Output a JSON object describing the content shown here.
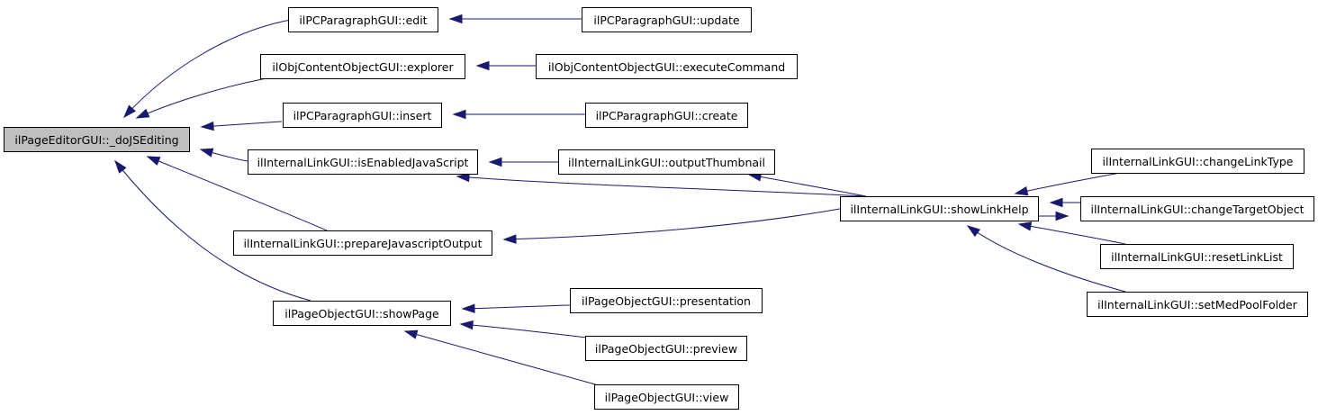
{
  "graph": {
    "nodes": [
      {
        "id": "root",
        "label": "ilPageEditorGUI::_doJSEditing",
        "root": true
      },
      {
        "id": "pcp_edit",
        "label": "ilPCParagraphGUI::edit"
      },
      {
        "id": "pcp_update",
        "label": "ilPCParagraphGUI::update"
      },
      {
        "id": "occ_explorer",
        "label": "ilObjContentObjectGUI::explorer"
      },
      {
        "id": "occ_exec",
        "label": "ilObjContentObjectGUI::executeCommand"
      },
      {
        "id": "pcp_insert",
        "label": "ilPCParagraphGUI::insert"
      },
      {
        "id": "pcp_create",
        "label": "ilPCParagraphGUI::create"
      },
      {
        "id": "il_isjs",
        "label": "ilInternalLinkGUI::isEnabledJavaScript"
      },
      {
        "id": "il_thumb",
        "label": "ilInternalLinkGUI::outputThumbnail"
      },
      {
        "id": "il_help",
        "label": "ilInternalLinkGUI::showLinkHelp"
      },
      {
        "id": "il_prep",
        "label": "ilInternalLinkGUI::prepareJavascriptOutput"
      },
      {
        "id": "il_chtype",
        "label": "ilInternalLinkGUI::changeLinkType"
      },
      {
        "id": "il_chtarget",
        "label": "ilInternalLinkGUI::changeTargetObject"
      },
      {
        "id": "il_reset",
        "label": "ilInternalLinkGUI::resetLinkList"
      },
      {
        "id": "il_medpool",
        "label": "ilInternalLinkGUI::setMedPoolFolder"
      },
      {
        "id": "po_show",
        "label": "ilPageObjectGUI::showPage"
      },
      {
        "id": "po_pres",
        "label": "ilPageObjectGUI::presentation"
      },
      {
        "id": "po_preview",
        "label": "ilPageObjectGUI::preview"
      },
      {
        "id": "po_view",
        "label": "ilPageObjectGUI::view"
      }
    ],
    "edges": [
      {
        "from": "pcp_edit",
        "to": "root"
      },
      {
        "from": "occ_explorer",
        "to": "root"
      },
      {
        "from": "pcp_insert",
        "to": "root"
      },
      {
        "from": "il_isjs",
        "to": "root"
      },
      {
        "from": "il_prep",
        "to": "root"
      },
      {
        "from": "po_show",
        "to": "root"
      },
      {
        "from": "pcp_update",
        "to": "pcp_edit"
      },
      {
        "from": "occ_exec",
        "to": "occ_explorer"
      },
      {
        "from": "pcp_create",
        "to": "pcp_insert"
      },
      {
        "from": "il_thumb",
        "to": "il_isjs"
      },
      {
        "from": "il_help",
        "to": "il_isjs"
      },
      {
        "from": "il_help",
        "to": "il_thumb"
      },
      {
        "from": "il_help",
        "to": "il_prep"
      },
      {
        "from": "il_chtype",
        "to": "il_help"
      },
      {
        "from": "il_chtarget",
        "to": "il_help"
      },
      {
        "from": "il_help",
        "to": "il_chtarget"
      },
      {
        "from": "il_reset",
        "to": "il_help"
      },
      {
        "from": "il_medpool",
        "to": "il_help"
      },
      {
        "from": "po_pres",
        "to": "po_show"
      },
      {
        "from": "po_preview",
        "to": "po_show"
      },
      {
        "from": "po_view",
        "to": "po_show"
      }
    ],
    "colors": {
      "edge": "#191970",
      "root_fill": "#bfbfbf",
      "node_fill": "#ffffff",
      "node_border": "#000000"
    }
  }
}
